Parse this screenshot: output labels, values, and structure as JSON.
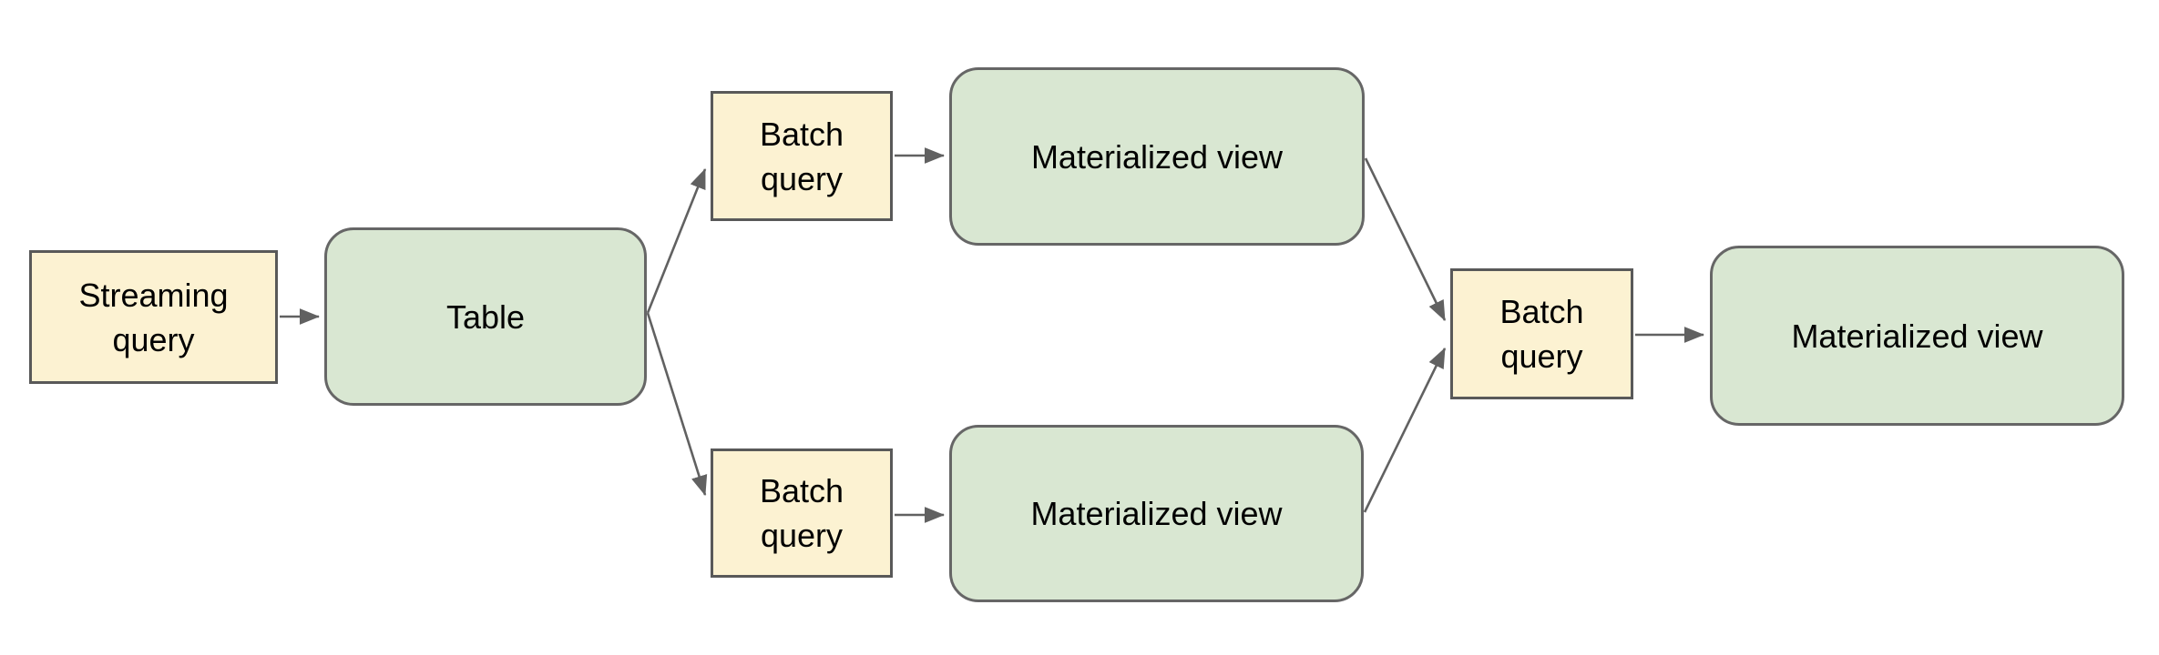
{
  "diagram": {
    "background_color": "#ffffff",
    "colors": {
      "query_fill": "#fcf2d2",
      "query_border": "#595959",
      "view_fill": "#d9e7d2",
      "view_border": "#666666",
      "arrow": "#616161",
      "text": "#000000"
    },
    "nodes": [
      {
        "id": "streaming-query",
        "label": "Streaming\nquery",
        "shape": "rectangle"
      },
      {
        "id": "table",
        "label": "Table",
        "shape": "rounded-rectangle"
      },
      {
        "id": "batch-query-top",
        "label": "Batch\nquery",
        "shape": "rectangle"
      },
      {
        "id": "materialized-view-top",
        "label": "Materialized view",
        "shape": "rounded-rectangle"
      },
      {
        "id": "batch-query-bottom",
        "label": "Batch\nquery",
        "shape": "rectangle"
      },
      {
        "id": "materialized-view-bottom",
        "label": "Materialized view",
        "shape": "rounded-rectangle"
      },
      {
        "id": "batch-query-merge",
        "label": "Batch\nquery",
        "shape": "rectangle"
      },
      {
        "id": "materialized-view-final",
        "label": "Materialized view",
        "shape": "rounded-rectangle"
      }
    ],
    "edges": [
      {
        "from": "streaming-query",
        "to": "table"
      },
      {
        "from": "table",
        "to": "batch-query-top"
      },
      {
        "from": "table",
        "to": "batch-query-bottom"
      },
      {
        "from": "batch-query-top",
        "to": "materialized-view-top"
      },
      {
        "from": "batch-query-bottom",
        "to": "materialized-view-bottom"
      },
      {
        "from": "materialized-view-top",
        "to": "batch-query-merge"
      },
      {
        "from": "materialized-view-bottom",
        "to": "batch-query-merge"
      },
      {
        "from": "batch-query-merge",
        "to": "materialized-view-final"
      }
    ]
  }
}
